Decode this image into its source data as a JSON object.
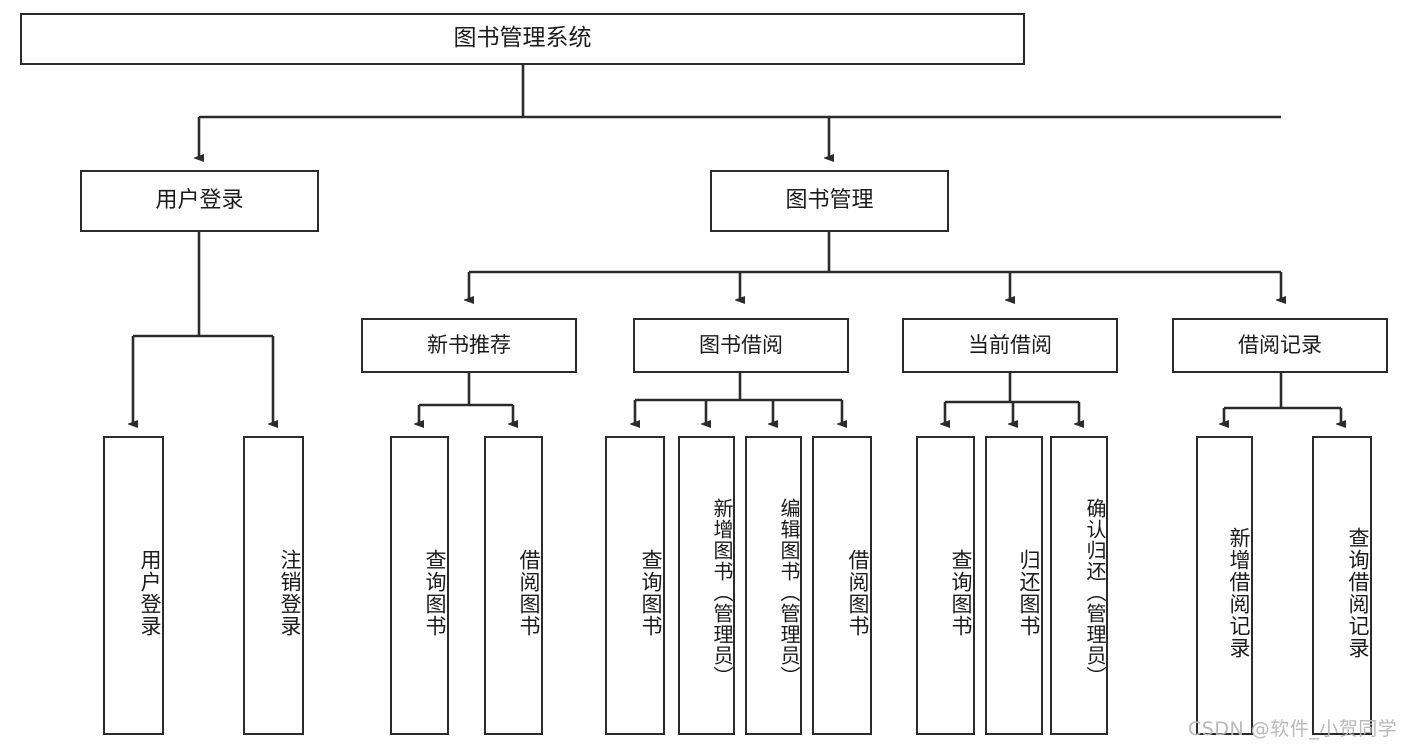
{
  "diagram": {
    "title": "图书管理系统",
    "type": "tree-hierarchy",
    "root": {
      "label": "图书管理系统"
    },
    "level2": [
      {
        "label": "用户登录"
      },
      {
        "label": "图书管理"
      }
    ],
    "level3": [
      {
        "label": "新书推荐"
      },
      {
        "label": "图书借阅"
      },
      {
        "label": "当前借阅"
      },
      {
        "label": "借阅记录"
      }
    ],
    "leaves": {
      "user_login": [
        {
          "label": "用户登录"
        },
        {
          "label": "注销登录"
        }
      ],
      "new_book_recommend": [
        {
          "label": "查询图书"
        },
        {
          "label": "借阅图书"
        }
      ],
      "book_borrow": [
        {
          "label": "查询图书"
        },
        {
          "label": "新增图书（管理员）"
        },
        {
          "label": "编辑图书（管理员）"
        },
        {
          "label": "借阅图书"
        }
      ],
      "current_borrow": [
        {
          "label": "查询图书"
        },
        {
          "label": "归还图书"
        },
        {
          "label": "确认归还（管理员）"
        }
      ],
      "borrow_record": [
        {
          "label": "新增借阅记录"
        },
        {
          "label": "查询借阅记录"
        }
      ]
    }
  },
  "watermark": {
    "text": "CSDN @软件_小贺同学"
  },
  "colors": {
    "stroke": "#2b2b2b",
    "background": "#ffffff",
    "text": "#1b1b1b",
    "watermark": "#b9b9b9"
  }
}
